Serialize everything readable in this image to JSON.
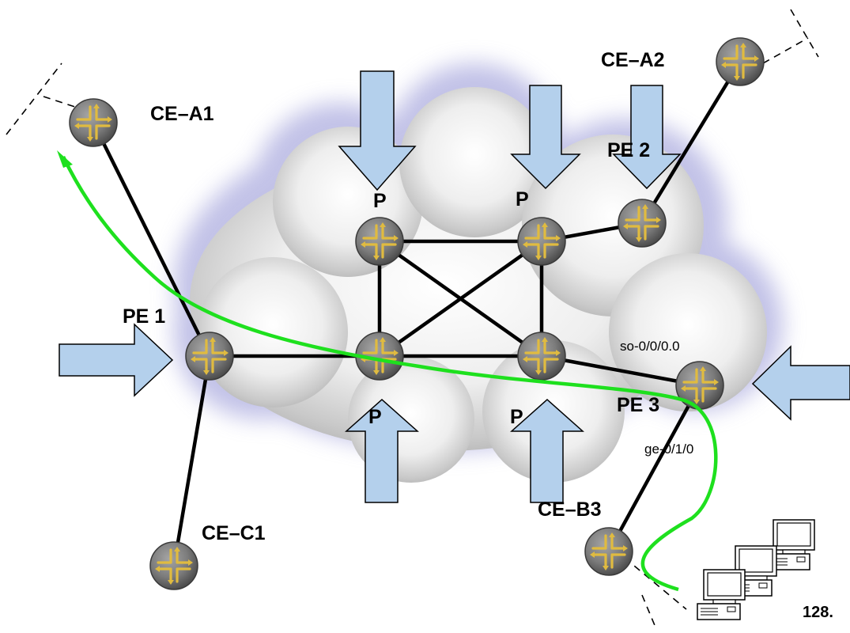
{
  "labels": {
    "ce_a1": "CE–A1",
    "ce_a2": "CE–A2",
    "ce_c1": "CE–C1",
    "ce_b3": "CE–B3",
    "pe1": "PE 1",
    "pe2": "PE 2",
    "pe3": "PE 3",
    "p_top_left": "P",
    "p_top_right": "P",
    "p_bottom_left": "P",
    "p_bottom_right": "P",
    "iface_so": "so-0/0/0.0",
    "iface_ge": "ge-0/1/0",
    "page_number": "128."
  },
  "colors": {
    "arrow_fill": "#b4d0ec",
    "traffic_path": "#1ee01e",
    "link": "#000000"
  },
  "icons": {
    "router": "router-icon",
    "workstation": "workstation-icon"
  }
}
